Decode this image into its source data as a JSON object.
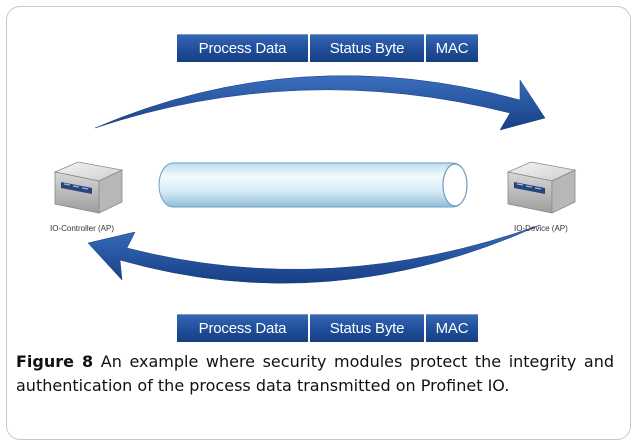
{
  "top_bar": {
    "process_data": "Process Data",
    "status_byte": "Status Byte",
    "mac": "MAC"
  },
  "bottom_bar": {
    "process_data": "Process Data",
    "status_byte": "Status Byte",
    "mac": "MAC"
  },
  "devices": {
    "controller_label": "IO-Controller (AP)",
    "device_label": "IO-Device (AP)"
  },
  "caption": {
    "label": "Figure 8",
    "text": "An example where security modules protect the integrity and authentication of the process data transmitted on Profinet IO."
  },
  "colors": {
    "bar_blue": "#1f4e9a",
    "arrow_blue": "#1d4f9c",
    "pipe_light": "#e8f4fb",
    "pipe_dark": "#9fc6df"
  }
}
